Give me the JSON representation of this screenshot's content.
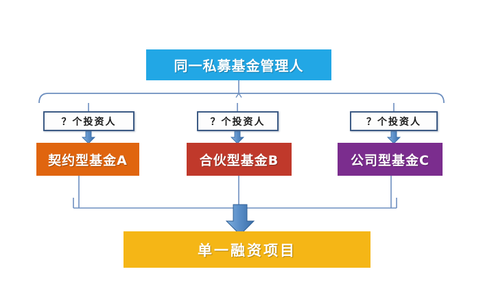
{
  "diagram": {
    "title_text": "同一私募基金管理人",
    "manager": {
      "label": "同一私募基金管理人",
      "color": "#22A7E5"
    },
    "investor_labels": [
      {
        "label": "？个投资人"
      },
      {
        "label": "？个投资人"
      },
      {
        "label": "？个投资人"
      }
    ],
    "funds": [
      {
        "label": "契约型基金A",
        "color": "#E0650F"
      },
      {
        "label": "合伙型基金B",
        "color": "#C0392B"
      },
      {
        "label": "公司型基金C",
        "color": "#7B2D8E"
      }
    ],
    "project": {
      "label": "单一融资项目",
      "color": "#F5B616"
    },
    "connector_color": "#5B8FC9",
    "bracket_color": "#6C8EBF"
  }
}
